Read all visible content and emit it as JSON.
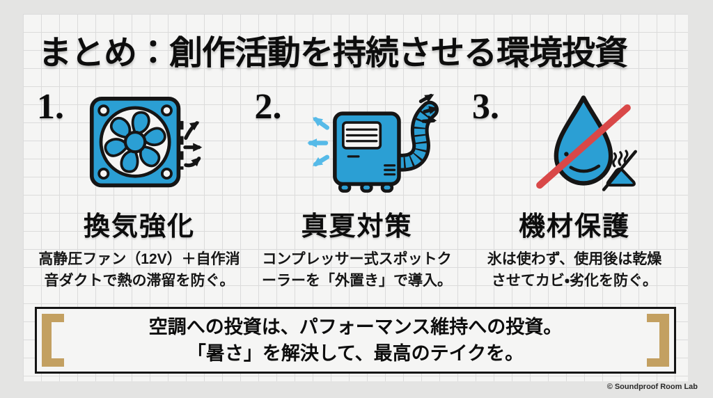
{
  "title": "まとめ：創作活動を持続させる環境投資",
  "columns": [
    {
      "number": "1.",
      "icon": "fan-icon",
      "heading": "換気強化",
      "desc": [
        "高静圧ファン（12V）＋自作消",
        "音ダクトで熱の滞留を防ぐ。"
      ]
    },
    {
      "number": "2.",
      "icon": "spot-cooler-icon",
      "heading": "真夏対策",
      "desc": [
        "コンプレッサー式スポットク",
        "ーラーを「外置き」で導入。"
      ]
    },
    {
      "number": "3.",
      "icon": "no-water-icon",
      "heading": "機材保護",
      "desc": [
        "氷は使わず、使用後は乾燥",
        "させてカビ・劣化を防ぐ。"
      ]
    }
  ],
  "callout": {
    "line1": "空調への投資は、パフォーマンス維持への投資。",
    "line2": "「暑さ」を解決して、最高のテイクを。"
  },
  "footer": {
    "credit": "© Soundproof Room Lab"
  },
  "colors": {
    "accent_blue": "#2B9FD4",
    "light_blue": "#56BAE8",
    "slash_red": "#D94848",
    "bracket_tan": "#C3A061",
    "panel_bg": "#F5F5F4",
    "grid_line": "#DBDBDB"
  }
}
